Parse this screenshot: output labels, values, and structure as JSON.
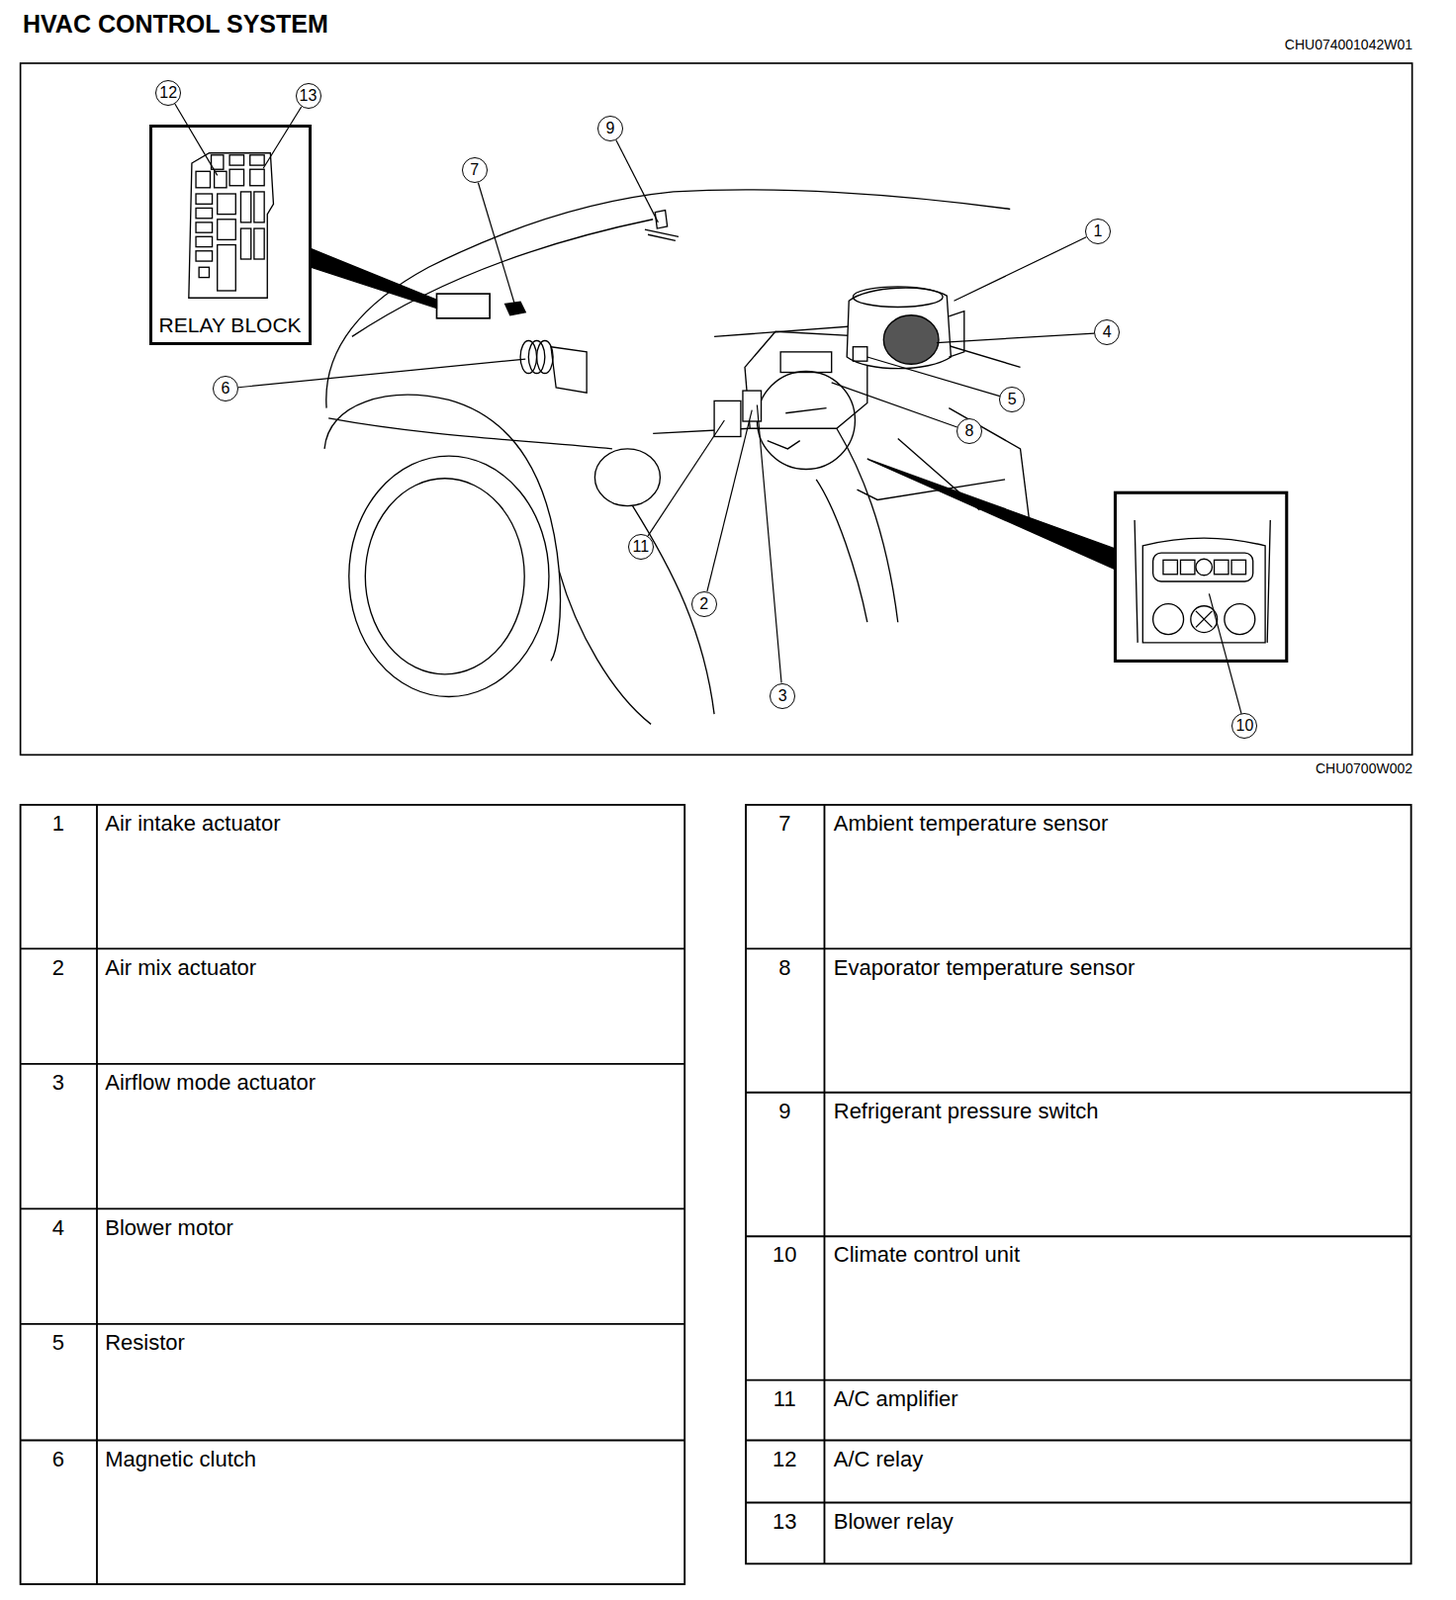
{
  "diagram": {
    "title": "HVAC CONTROL SYSTEM",
    "nodes": [
      {
        "text": [
          "RELAY BLOCK"
        ]
      },
      {
        "text": [
          "1"
        ]
      },
      {
        "text": [
          "2"
        ]
      },
      {
        "text": [
          "3"
        ]
      },
      {
        "text": [
          "4"
        ]
      },
      {
        "text": [
          "5"
        ]
      },
      {
        "text": [
          "6"
        ]
      },
      {
        "text": [
          "7"
        ]
      },
      {
        "text": [
          "8"
        ]
      },
      {
        "text": [
          "9"
        ]
      },
      {
        "text": [
          "10"
        ]
      },
      {
        "text": [
          "11"
        ]
      },
      {
        "text": [
          "12"
        ]
      },
      {
        "text": [
          "13"
        ]
      }
    ],
    "labels": [
      "CHU074001042W01",
      "CHU0700W002",
      "1",
      "Air intake actuator",
      "2",
      "Air mix actuator",
      "3",
      "Airflow mode actuator",
      "4",
      "Blower motor",
      "5",
      "Resistor",
      "6",
      "Magnetic clutch",
      "7",
      "Ambient temperature sensor",
      "8",
      "Evaporator temperature sensor",
      "9",
      "Refrigerant pressure switch",
      "10",
      "Climate control unit",
      "11",
      "A/C amplifier",
      "12",
      "A/C relay",
      "13",
      "Blower relay"
    ]
  }
}
